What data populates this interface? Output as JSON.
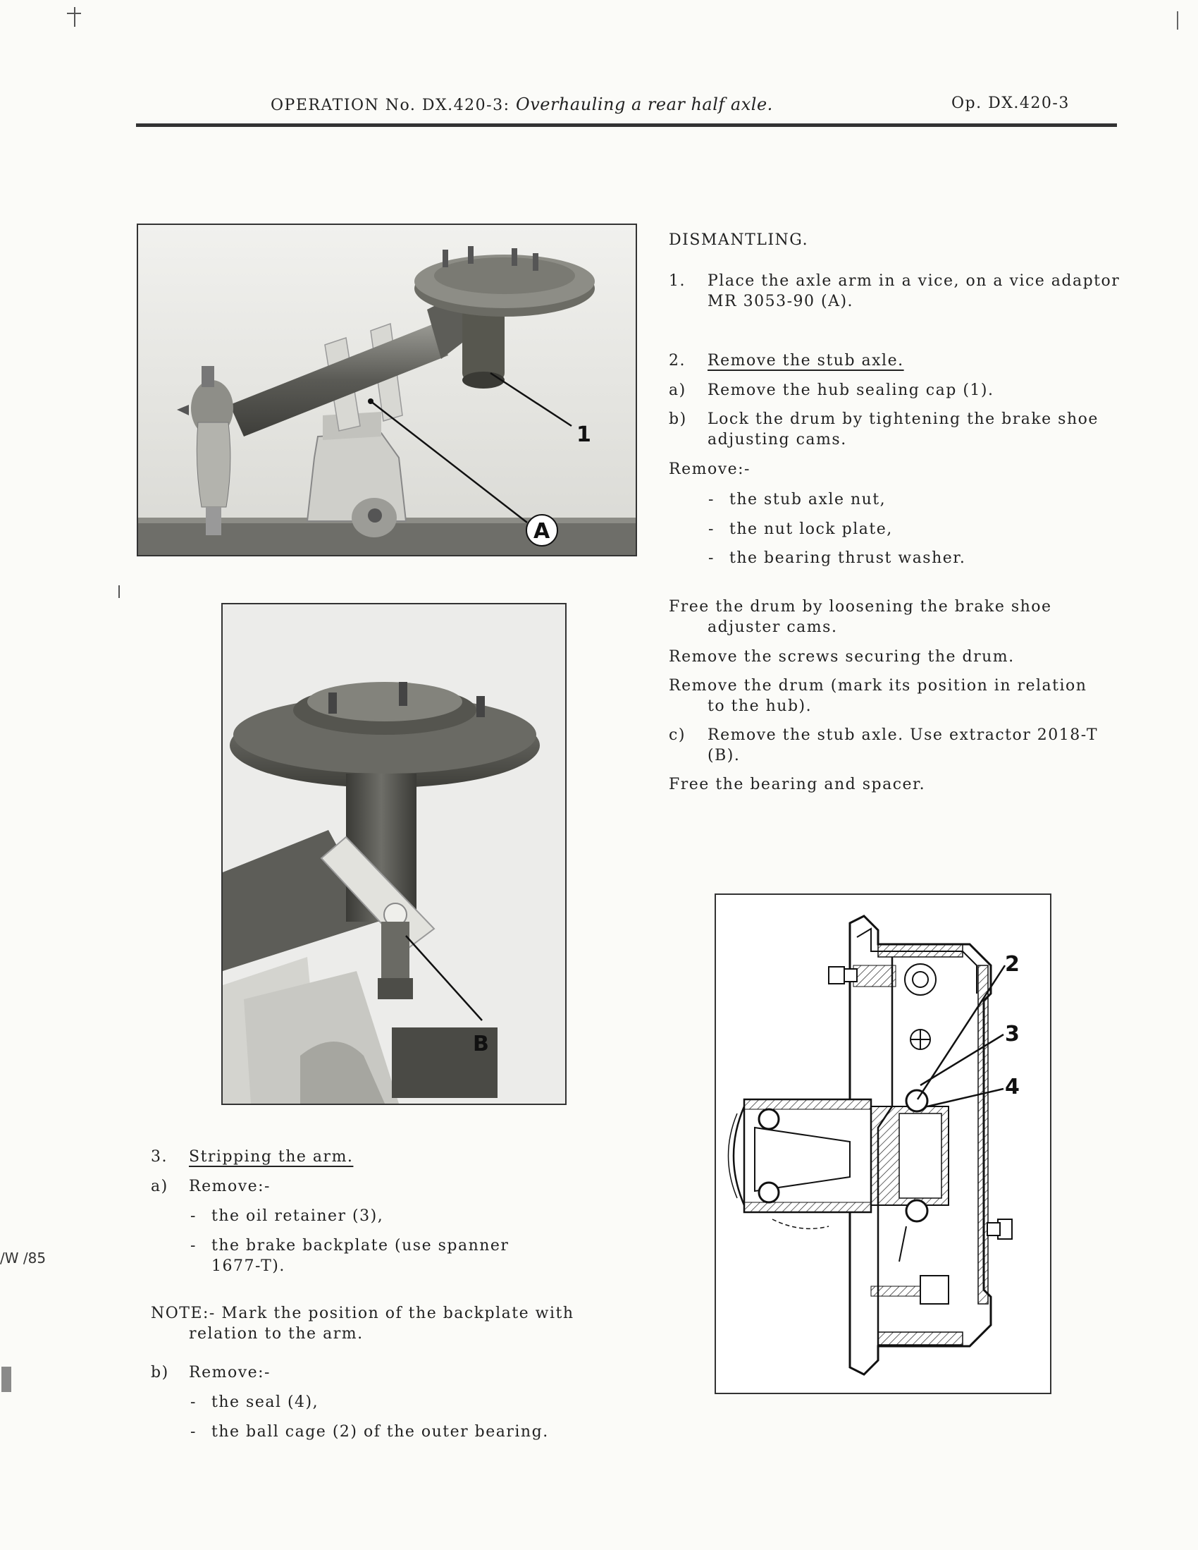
{
  "header": {
    "operation_label": "OPERATION No. DX.420-3:",
    "operation_title": "Overhauling a rear half axle.",
    "page_ref": "Op. DX.420-3"
  },
  "margin_note": "/W /85",
  "figures": {
    "photo_a": {
      "callouts": [
        "1",
        "A"
      ]
    },
    "photo_b": {
      "callouts": [
        "B"
      ]
    },
    "diagram": {
      "callouts": [
        "2",
        "3",
        "4"
      ]
    }
  },
  "right_column": {
    "heading": "DISMANTLING.",
    "step1_num": "1.",
    "step1_text_l1": "Place the axle arm in a vice, on a vice adaptor",
    "step1_text_l2": "MR 3053-90 (A).",
    "step2_num": "2.",
    "step2_title": "Remove the stub axle.",
    "a_label": "a)",
    "a_text": "Remove the hub sealing cap (1).",
    "b_label": "b)",
    "b_text_l1": "Lock the drum by tightening the brake shoe",
    "b_text_l2": "adjusting cams.",
    "remove_label": "Remove:-",
    "remove_items": [
      "the stub axle nut,",
      "the nut lock plate,",
      "the bearing thrust washer."
    ],
    "free_drum_l1": "Free the drum by loosening the brake shoe",
    "free_drum_l2": "adjuster cams.",
    "remove_screws": "Remove the screws securing the drum.",
    "remove_drum_l1": "Remove the drum (mark its position in relation",
    "remove_drum_l2": "to the hub).",
    "c_label": "c)",
    "c_text_l1": "Remove the stub axle. Use extractor 2018-T",
    "c_text_l2": "(B).",
    "free_bearing": "Free the bearing and spacer."
  },
  "left_column": {
    "step3_num": "3.",
    "step3_title": "Stripping the arm.",
    "a_label": "a)",
    "remove_label": "Remove:-",
    "item_oil": "the oil retainer (3),",
    "item_backplate_l1": "the brake backplate (use spanner",
    "item_backplate_l2": "1677-T).",
    "note_l1": "NOTE:-  Mark the position of the backplate with",
    "note_l2": "relation to the arm.",
    "b_label": "b)",
    "remove_label_b": "Remove:-",
    "item_seal": "the seal (4),",
    "item_ballcage": "the ball cage (2) of the outer bearing."
  }
}
